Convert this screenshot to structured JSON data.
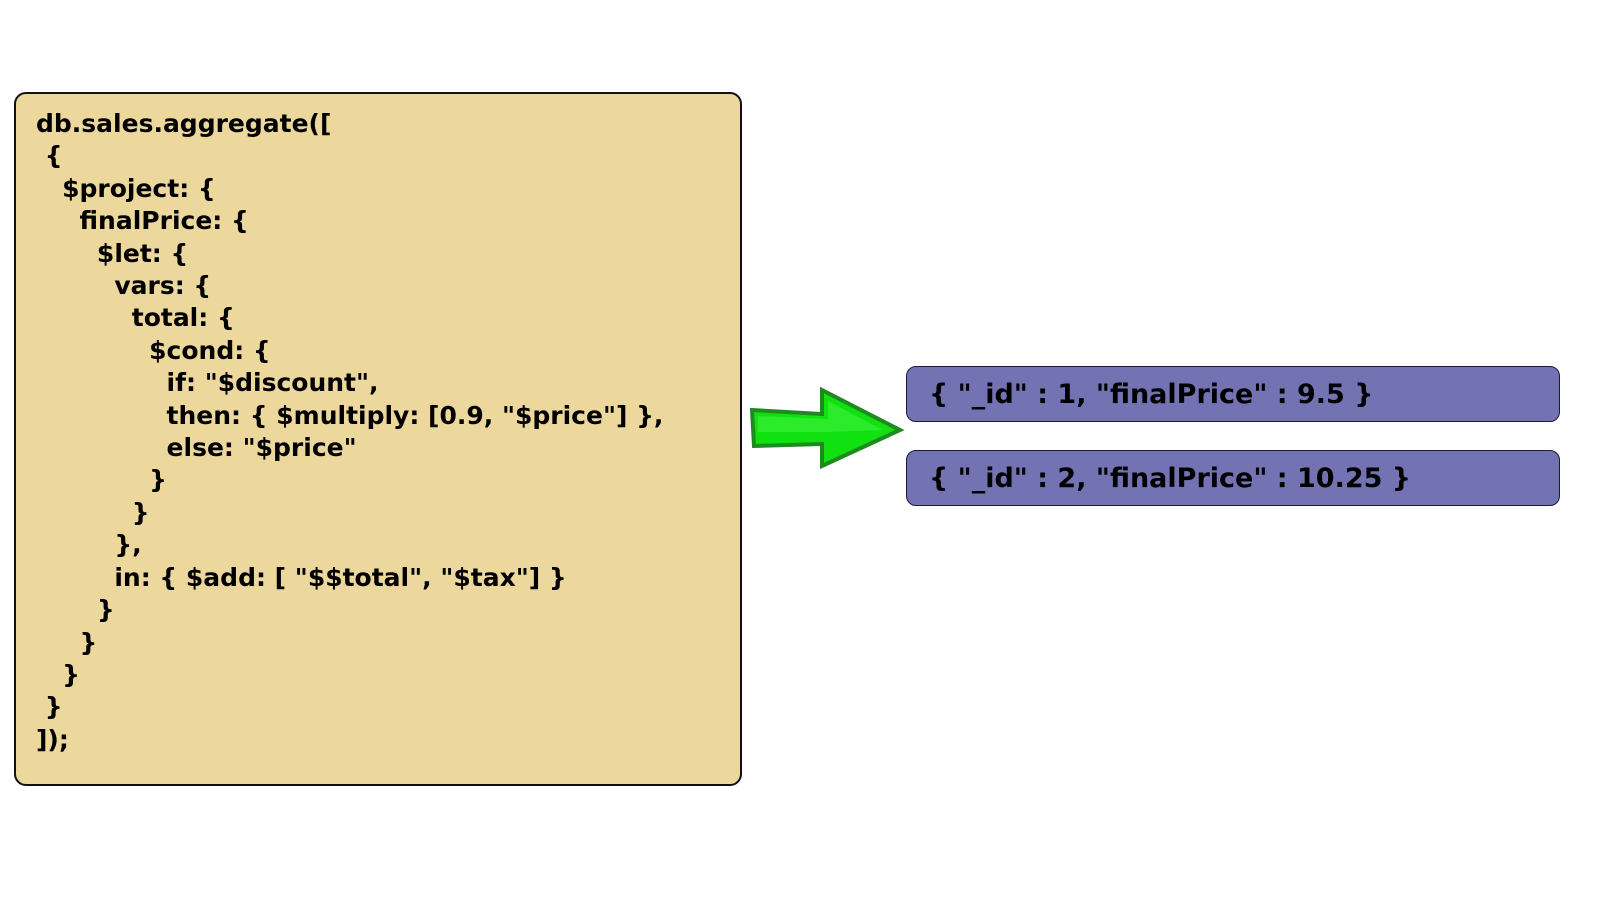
{
  "pipeline_code": {
    "lines": [
      "db.sales.aggregate([",
      " {",
      "   $project: {",
      "     finalPrice: {",
      "       $let: {",
      "         vars: {",
      "           total: {",
      "             $cond: {",
      "               if: \"$discount\",",
      "               then: { $multiply: [0.9, \"$price\"] },",
      "               else: \"$price\"",
      "             }",
      "           }",
      "         },",
      "         in: { $add: [ \"$$total\", \"$tax\"] }",
      "       }",
      "     }",
      "   }",
      " }",
      "]);"
    ]
  },
  "arrow": {
    "icon": "right-arrow-icon",
    "fill_color": "#11e011",
    "stroke_color": "#1f8a1f"
  },
  "results": [
    {
      "text": "{ \"_id\" : 1, \"finalPrice\" : 9.5 }"
    },
    {
      "text": "{ \"_id\" : 2, \"finalPrice\" : 10.25 }"
    }
  ],
  "colors": {
    "code_background": "#ecd79c",
    "result_background": "#7373b4"
  }
}
